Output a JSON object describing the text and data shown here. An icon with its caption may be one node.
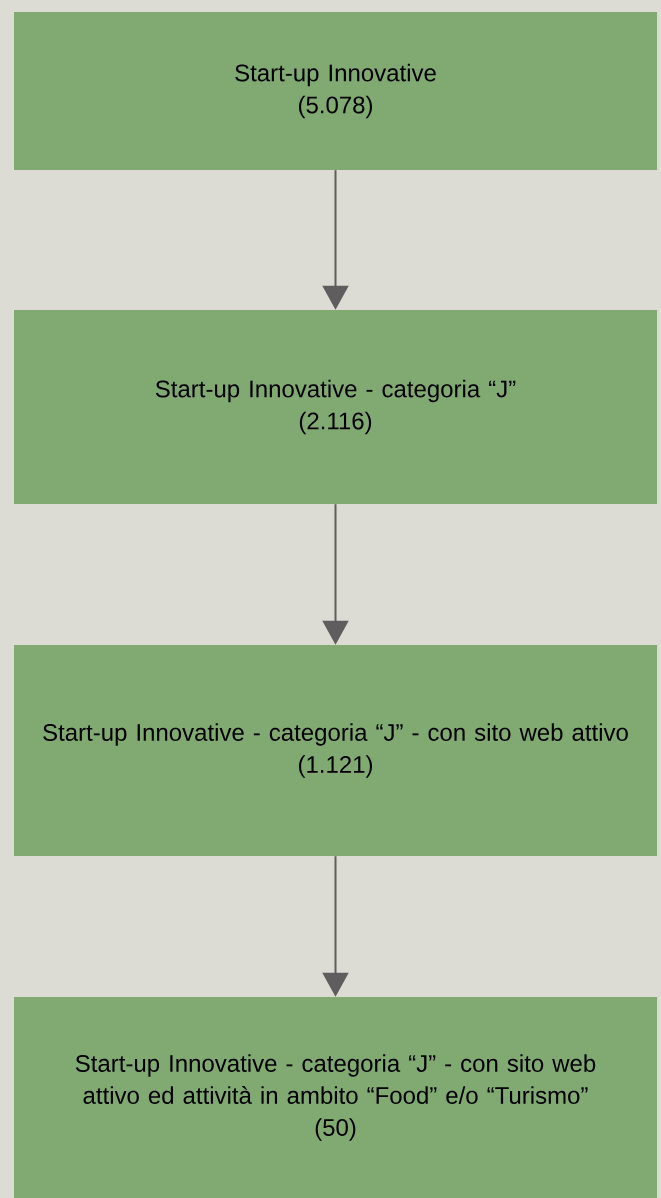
{
  "diagram": {
    "nodes": [
      {
        "text": [
          "Start-up Innovative",
          "(5.078)"
        ]
      },
      {
        "text": [
          "Start-up Innovative - categoria “J”",
          "(2.116)"
        ]
      },
      {
        "text": [
          "Start-up Innovative - categoria “J” - con sito web attivo",
          "(1.121)"
        ]
      },
      {
        "text": [
          "Start-up Innovative - categoria “J” - con sito web attivo ed attività in ambito “Food” e/o “Turismo”",
          "(50)"
        ]
      }
    ],
    "edges": [
      {
        "from": 0,
        "to": 1,
        "arrow": "to"
      },
      {
        "from": 1,
        "to": 2,
        "arrow": "to"
      },
      {
        "from": 2,
        "to": 3,
        "arrow": "to"
      }
    ]
  }
}
